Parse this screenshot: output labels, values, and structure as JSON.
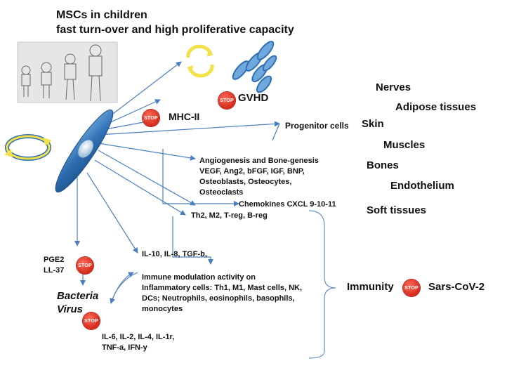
{
  "title": {
    "line1": "MSCs in children",
    "line2": "fast turn-over and high proliferative capacity"
  },
  "effects": {
    "gvhd": "GVHD",
    "mhc": "MHC-II",
    "progenitor": "Progenitor cells",
    "angio": [
      "Angiogenesis and Bone-genesis",
      "VEGF, Ang2, bFGF, IGF, BNP,",
      "Osteoblasts, Osteocytes,",
      "Osteoclasts"
    ],
    "chemokines": "Chemokines CXCL 9-10-11",
    "th2": "Th2, M2, T-reg, B-reg",
    "il10": "IL-10, IL-8, TGF-b,",
    "immune": [
      "Immune modulation activity on",
      "Inflammatory cells: Th1, M1, Mast cells, NK,",
      "DCs; Neutrophils, eosinophils, basophils,",
      "monocytes"
    ],
    "pge2": "PGE2",
    "ll37": "LL-37",
    "bacteria": "Bacteria",
    "virus": "Virus",
    "cytokines": [
      "IL-6, IL-2, IL-4, IL-1r,",
      "TNF-a, IFN-y"
    ]
  },
  "tissues": [
    "Nerves",
    "Adipose tissues",
    "Skin",
    "Muscles",
    "Bones",
    "Endothelium",
    "Soft tissues"
  ],
  "immunity": {
    "label": "Immunity",
    "target": "Sars-CoV-2"
  },
  "stop_label": "STOP",
  "colors": {
    "arrow": "#4a7fc1",
    "cell": "#2f6fb3",
    "cycle": "#f2e24a",
    "stop": "#d42a1c"
  },
  "icons": [
    "children-sketch",
    "yellow-cycle-icon",
    "msc-cell",
    "stop-sign-icon",
    "blue-cells-cluster"
  ]
}
